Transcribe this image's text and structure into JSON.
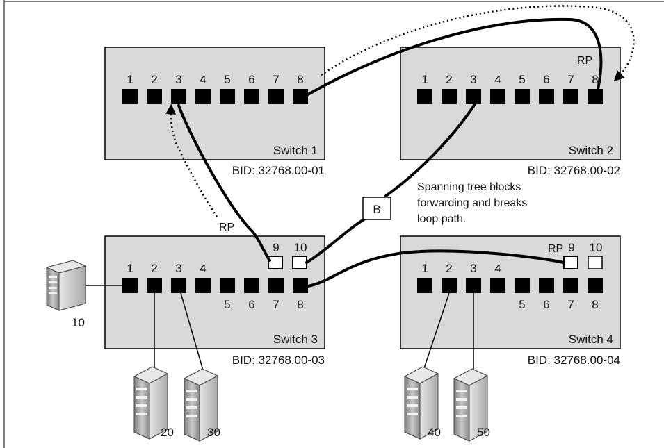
{
  "switches": [
    {
      "name": "Switch 1",
      "bid": "BID: 32768.00-01",
      "ports": [
        "1",
        "2",
        "3",
        "4",
        "5",
        "6",
        "7",
        "8"
      ],
      "extra_ports": []
    },
    {
      "name": "Switch 2",
      "bid": "BID: 32768.00-02",
      "ports": [
        "1",
        "2",
        "3",
        "4",
        "5",
        "6",
        "7",
        "8"
      ],
      "extra_ports": []
    },
    {
      "name": "Switch 3",
      "bid": "BID: 32768.00-03",
      "ports": [
        "1",
        "2",
        "3",
        "4",
        "5",
        "6",
        "7",
        "8"
      ],
      "extra_ports": [
        "9",
        "10"
      ]
    },
    {
      "name": "Switch 4",
      "bid": "BID: 32768.00-04",
      "ports": [
        "1",
        "2",
        "3",
        "4",
        "5",
        "6",
        "7",
        "8"
      ],
      "extra_ports": [
        "9",
        "10"
      ]
    }
  ],
  "hosts": [
    "10",
    "20",
    "30",
    "40",
    "50"
  ],
  "root_port_label": "RP",
  "blocked_label": "B",
  "note": [
    "Spanning tree blocks",
    "forwarding and breaks",
    "loop path."
  ],
  "colors": {
    "switch_fill": "#d9d9d9",
    "port_fill": "#000000",
    "frame": "#555555"
  }
}
